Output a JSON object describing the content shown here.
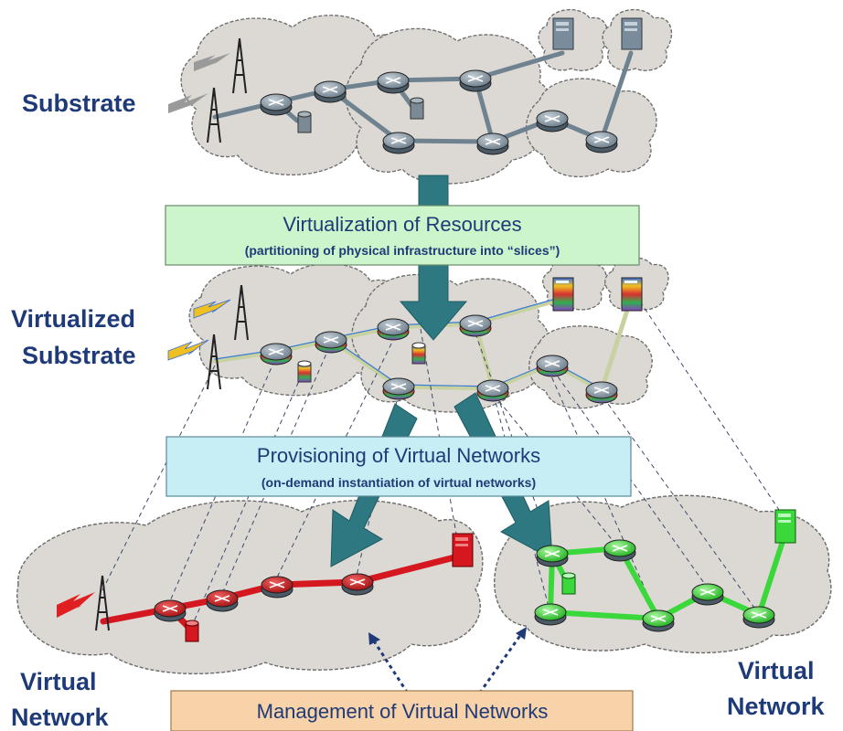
{
  "labels": {
    "substrate": "Substrate",
    "virtualized_line1": "Virtualized",
    "virtualized_line2": "Substrate",
    "virtual_network_left_line1": "Virtual",
    "virtual_network_left_line2": "Network",
    "virtual_network_right_line1": "Virtual",
    "virtual_network_right_line2": "Network"
  },
  "boxes": {
    "virtualization": {
      "title": "Virtualization of Resources",
      "subtitle": "(partitioning of physical infrastructure into “slices”)",
      "color": "#ccf5cc"
    },
    "provisioning": {
      "title": "Provisioning of Virtual Networks",
      "subtitle": "(on-demand instantiation of virtual networks)",
      "color": "#c6eef4"
    },
    "management": {
      "title": "Management of Virtual Networks",
      "color": "#f8d2a8"
    }
  },
  "colors": {
    "label_text": "#1e3a78",
    "cloud": "#dcd8d4",
    "substrate_router": "#8a9aa8",
    "link_gray": "#6f8290",
    "arrow_teal": "#2e7882",
    "virtual_red": "#d51820",
    "virtual_green": "#3ad83a"
  }
}
